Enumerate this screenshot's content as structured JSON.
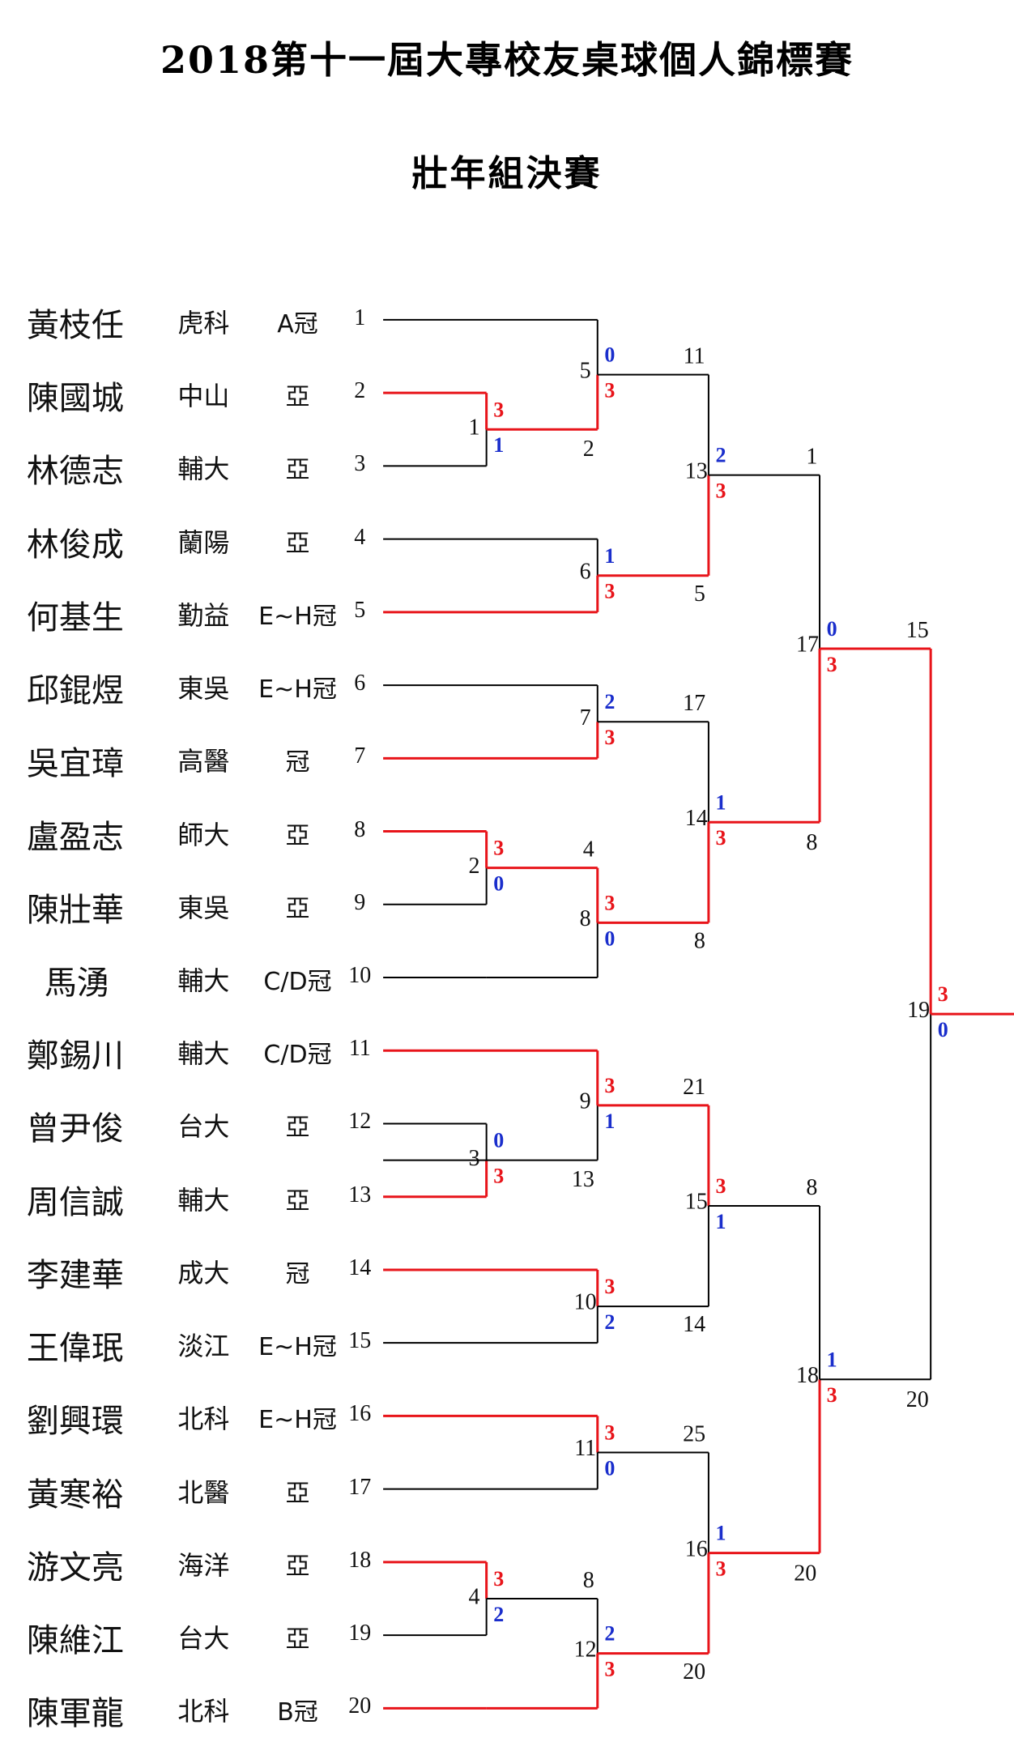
{
  "header": {
    "title": "2018第十一屆大專校友桌球個人錦標賽",
    "subtitle": "壯年組決賽"
  },
  "colors": {
    "winner_line": "#e8141a",
    "loser_line": "#000000",
    "winner_score": "#e8141a",
    "loser_score": "#1a2ecc",
    "number_text": "#111111"
  },
  "players": [
    {
      "seed": "1",
      "name": "黃枝任",
      "school": "虎科",
      "award": "A冠"
    },
    {
      "seed": "2",
      "name": "陳國城",
      "school": "中山",
      "award": "亞"
    },
    {
      "seed": "3",
      "name": "林德志",
      "school": "輔大",
      "award": "亞"
    },
    {
      "seed": "4",
      "name": "林俊成",
      "school": "蘭陽",
      "award": "亞"
    },
    {
      "seed": "5",
      "name": "何基生",
      "school": "勤益",
      "award": "E~H冠"
    },
    {
      "seed": "6",
      "name": "邱錕煜",
      "school": "東吳",
      "award": "E~H冠"
    },
    {
      "seed": "7",
      "name": "吳宜璋",
      "school": "高醫",
      "award": "冠"
    },
    {
      "seed": "8",
      "name": "盧盈志",
      "school": "師大",
      "award": "亞"
    },
    {
      "seed": "9",
      "name": "陳壯華",
      "school": "東吳",
      "award": "亞"
    },
    {
      "seed": "10",
      "name": "馬湧",
      "school": "輔大",
      "award": "C/D冠"
    },
    {
      "seed": "11",
      "name": "鄭錫川",
      "school": "輔大",
      "award": "C/D冠"
    },
    {
      "seed": "12",
      "name": "曾尹俊",
      "school": "台大",
      "award": "亞"
    },
    {
      "seed": "13",
      "name": "周信誠",
      "school": "輔大",
      "award": "亞"
    },
    {
      "seed": "14",
      "name": "李建華",
      "school": "成大",
      "award": "冠"
    },
    {
      "seed": "15",
      "name": "王偉珉",
      "school": "淡江",
      "award": "E~H冠"
    },
    {
      "seed": "16",
      "name": "劉興環",
      "school": "北科",
      "award": "E~H冠"
    },
    {
      "seed": "17",
      "name": "黃寒裕",
      "school": "北醫",
      "award": "亞"
    },
    {
      "seed": "18",
      "name": "游文亮",
      "school": "海洋",
      "award": "亞"
    },
    {
      "seed": "19",
      "name": "陳維江",
      "school": "台大",
      "award": "亞"
    },
    {
      "seed": "20",
      "name": "陳軍龍",
      "school": "北科",
      "award": "B冠"
    }
  ],
  "matches": [
    {
      "id": "1",
      "top_score": "3",
      "bottom_score": "1",
      "winner": "top"
    },
    {
      "id": "2",
      "top_score": "3",
      "bottom_score": "0",
      "winner": "top"
    },
    {
      "id": "3",
      "top_score": "0",
      "bottom_score": "3",
      "winner": "bottom"
    },
    {
      "id": "4",
      "top_score": "3",
      "bottom_score": "2",
      "winner": "top"
    },
    {
      "id": "5",
      "top_score": "0",
      "bottom_score": "3",
      "winner": "bottom",
      "winner_seed": "2"
    },
    {
      "id": "6",
      "top_score": "1",
      "bottom_score": "3",
      "winner": "bottom"
    },
    {
      "id": "7",
      "top_score": "2",
      "bottom_score": "3",
      "winner": "bottom"
    },
    {
      "id": "8",
      "top_score": "3",
      "bottom_score": "0",
      "winner": "top",
      "winner_seed": "4"
    },
    {
      "id": "9",
      "top_score": "3",
      "bottom_score": "1",
      "winner": "top"
    },
    {
      "id": "10",
      "top_score": "3",
      "bottom_score": "2",
      "winner": "top"
    },
    {
      "id": "11",
      "top_score": "3",
      "bottom_score": "0",
      "winner": "top"
    },
    {
      "id": "12",
      "top_score": "2",
      "bottom_score": "3",
      "winner": "bottom",
      "winner_seed": "8"
    },
    {
      "id": "13",
      "top_score": "2",
      "bottom_score": "3",
      "winner": "bottom",
      "top_seed": "11",
      "bottom_seed": "5"
    },
    {
      "id": "14",
      "top_score": "1",
      "bottom_score": "3",
      "winner": "bottom",
      "top_seed": "17",
      "bottom_seed": "8"
    },
    {
      "id": "15",
      "top_score": "3",
      "bottom_score": "1",
      "winner": "top",
      "top_seed": "21",
      "bottom_seed": "14"
    },
    {
      "id": "16",
      "top_score": "1",
      "bottom_score": "3",
      "winner": "bottom",
      "top_seed": "25",
      "bottom_seed": "20"
    },
    {
      "id": "17",
      "top_score": "0",
      "bottom_score": "3",
      "winner": "bottom",
      "top_seed": "1",
      "bottom_seed": "8"
    },
    {
      "id": "18",
      "top_score": "1",
      "bottom_score": "3",
      "winner": "bottom",
      "top_seed": "8",
      "bottom_seed": "20"
    },
    {
      "id": "19",
      "top_score": "3",
      "bottom_score": "0",
      "winner": "top",
      "top_seed": "15",
      "bottom_seed": "20"
    }
  ],
  "extra_labels": [
    "2",
    "13",
    "8"
  ]
}
